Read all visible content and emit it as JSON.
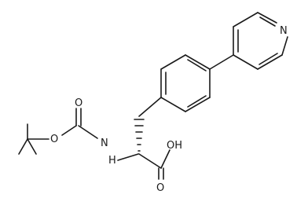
{
  "molecule": {
    "atoms": {
      "pyridine_n": "N",
      "carbamate_o_ester": "O",
      "carbamate_o_carbonyl": "O",
      "amide_nh": "N",
      "amide_nh_h": "H",
      "acid_oh": "OH",
      "acid_o": "O"
    },
    "colors": {
      "bond": "#1a1a1a",
      "background": "#ffffff"
    }
  }
}
